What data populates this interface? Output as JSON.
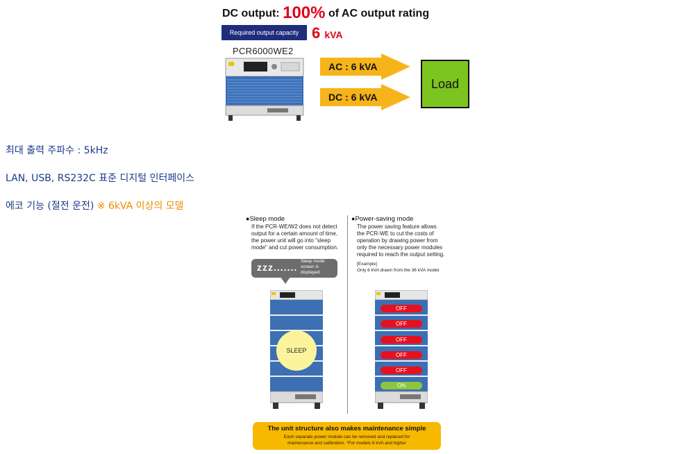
{
  "fig1": {
    "title_prefix": "DC output:",
    "title_percent": "100%",
    "title_suffix": "of AC output rating",
    "required_label": "Required output capacity",
    "required_value": "6",
    "required_unit": "kVA",
    "model": "PCR6000WE2",
    "ac_label": "AC : 6 kVA",
    "dc_label": "DC : 6 kVA",
    "load_label": "Load",
    "colors": {
      "red": "#e0001b",
      "navy": "#1f2d7b",
      "arrow": "#f6b41a",
      "load": "#7cc41f"
    }
  },
  "features": [
    {
      "text": "최대 출력 주파수 : 5kHz",
      "note": ""
    },
    {
      "text": "LAN, USB, RS232C 표준 디지털 인터페이스",
      "note": ""
    },
    {
      "text": "에코 기능 (절전 운전)",
      "note": "※ 6kVA 이상의 모델"
    }
  ],
  "fig2": {
    "sleep": {
      "title": "Sleep mode",
      "body": "If the PCR-WE/W2 does not detect\noutput for a certain amount of time,\nthe power unit will go into \"sleep\nmode\" and cut power consumption.",
      "bubble_zzz": "zzz.......",
      "bubble_text": "Sleep mode\nscreen is\ndisplayed",
      "circle_label": "SLEEP"
    },
    "power_saving": {
      "title": "Power-saving mode",
      "body": "The power saving feature allows\nthe PCR-WE to cut the costs of\noperation by drawing power from\nonly the necessary power modules\nrequired to reach the output setting.",
      "example_label": "[Example]",
      "example_text": "Only 6 kVA drawn from the 36 kVA model",
      "modules": [
        "OFF",
        "OFF",
        "OFF",
        "OFF",
        "OFF",
        "ON"
      ]
    },
    "maintenance": {
      "title": "The unit structure also makes maintenance simple",
      "body": "Each separate power module can be removed and replaced for\nmaintenance and calibration. *For models 6 kVA and higher"
    }
  }
}
